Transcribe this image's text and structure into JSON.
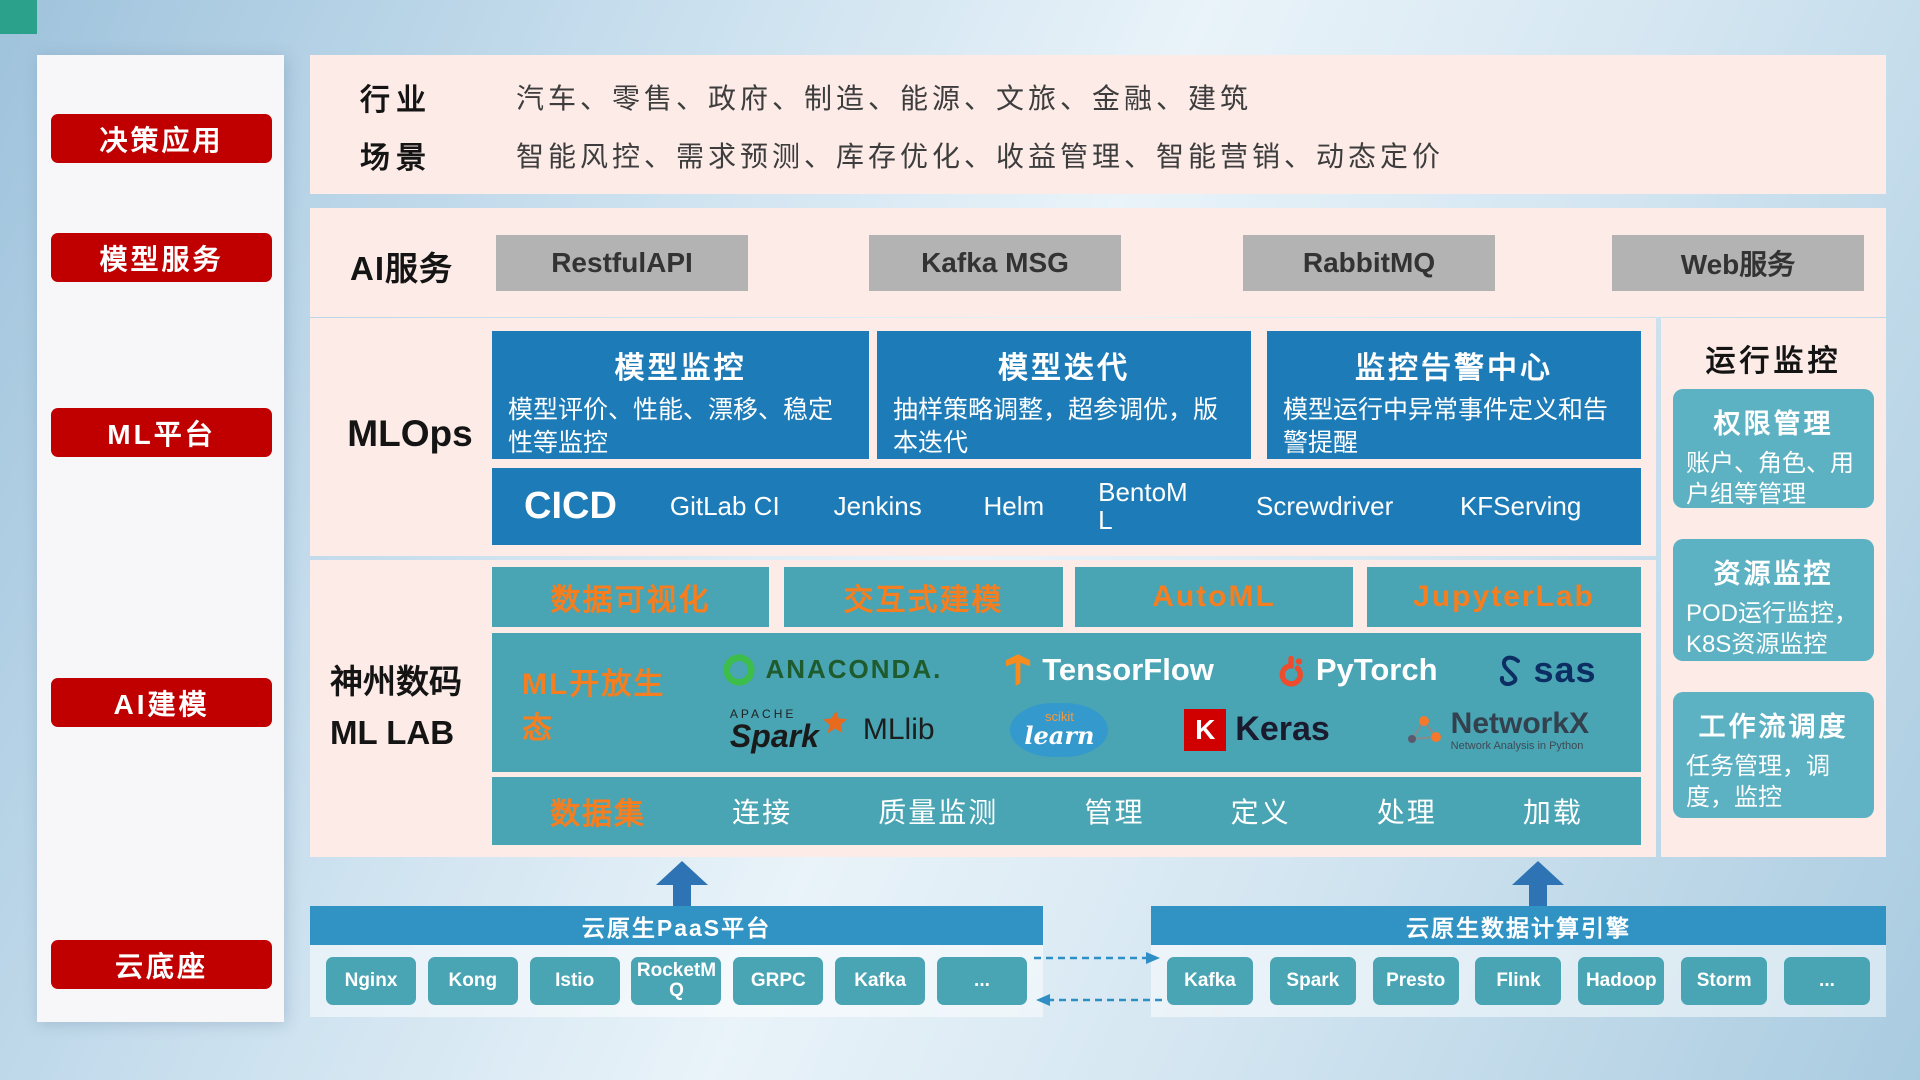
{
  "sidebar": {
    "items": [
      {
        "label": "决策应用"
      },
      {
        "label": "模型服务"
      },
      {
        "label": "ML平台"
      },
      {
        "label": "AI建模"
      },
      {
        "label": "云底座"
      }
    ]
  },
  "business": {
    "industry_label": "行业",
    "industry_text": "汽车、零售、政府、制造、能源、文旅、金融、建筑",
    "scenario_label": "场景",
    "scenario_text": "智能风控、需求预测、库存优化、收益管理、智能营销、动态定价"
  },
  "ai_service": {
    "label": "AI服务",
    "buttons": [
      "RestfulAPI",
      "Kafka MSG",
      "RabbitMQ",
      "Web服务"
    ]
  },
  "mlops": {
    "label": "MLOps",
    "cards": [
      {
        "title": "模型监控",
        "desc": "模型评价、性能、漂移、稳定性等监控"
      },
      {
        "title": "模型迭代",
        "desc": "抽样策略调整，超参调优，版本迭代"
      },
      {
        "title": "监控告警中心",
        "desc": "模型运行中异常事件定义和告警提醒"
      }
    ],
    "cicd_label": "CICD",
    "cicd_items": [
      "GitLab CI",
      "Jenkins",
      "Helm",
      "BentoML",
      "Screwdriver",
      "KFServing"
    ]
  },
  "mllab": {
    "label_line1": "神州数码",
    "label_line2": "ML LAB",
    "tools": [
      "数据可视化",
      "交互式建模",
      "AutoML",
      "JupyterLab"
    ],
    "ecosystem_label": "ML开放生态",
    "logos": {
      "anaconda": "ANACONDA.",
      "tensorflow": "TensorFlow",
      "pytorch": "PyTorch",
      "sas": "sas",
      "spark_small": "APACHE",
      "spark": "Spark",
      "mllib": "MLlib",
      "scikit_top": "scikit",
      "scikit": "learn",
      "keras_k": "K",
      "keras": "Keras",
      "networkx": "NetworkX",
      "networkx_sub": "Network Analysis in Python"
    },
    "dataset_label": "数据集",
    "dataset_items": [
      "连接",
      "质量监测",
      "管理",
      "定义",
      "处理",
      "加载"
    ]
  },
  "monitoring": {
    "title": "运行监控",
    "cards": [
      {
        "title": "权限管理",
        "desc": "账户、角色、用户组等管理"
      },
      {
        "title": "资源监控",
        "desc": "POD运行监控，K8S资源监控"
      },
      {
        "title": "工作流调度",
        "desc": "任务管理，调度，监控"
      }
    ]
  },
  "foundation": {
    "paas": {
      "title": "云原生PaaS平台",
      "items": [
        "Nginx",
        "Kong",
        "Istio",
        "RocketMQ",
        "GRPC",
        "Kafka",
        "..."
      ]
    },
    "engine": {
      "title": "云原生数据计算引擎",
      "items": [
        "Kafka",
        "Spark",
        "Presto",
        "Flink",
        "Hadoop",
        "Storm",
        "..."
      ]
    }
  },
  "colors": {
    "accent_red": "#c00000",
    "card_blue": "#1d7bb7",
    "teal": "#49a4b3",
    "light_teal": "#5cb1c2",
    "orange": "#f57e20",
    "bar_blue": "#3093c3",
    "panel_pink": "#fcebe7",
    "arrow_blue": "#2e74b5"
  }
}
